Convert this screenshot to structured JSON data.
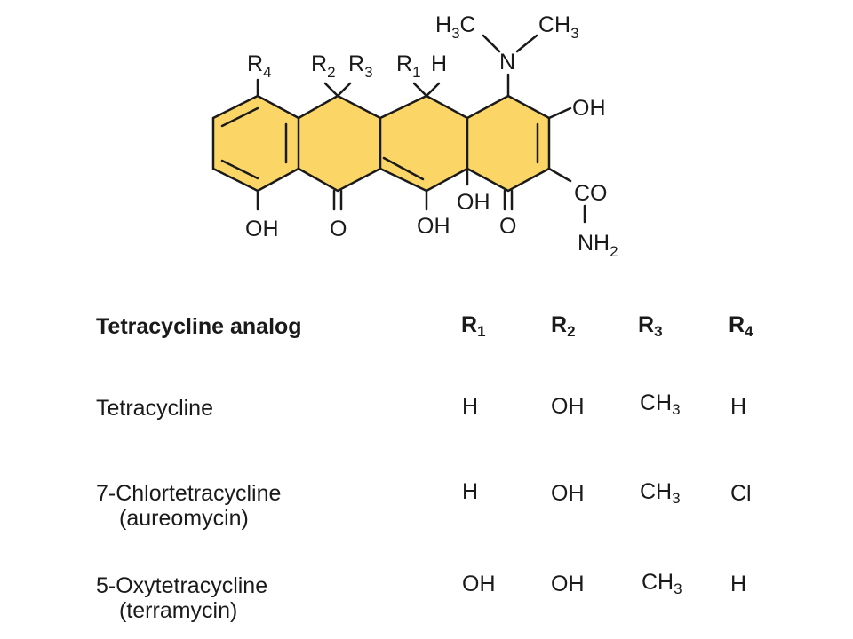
{
  "molecule": {
    "ring_fill": "#fbd667",
    "bond_color": "#1a1a1a",
    "labels": {
      "r4": "R",
      "r4_sub": "4",
      "r2": "R",
      "r2_sub": "2",
      "r3": "R",
      "r3_sub": "3",
      "r1": "R",
      "r1_sub": "1",
      "h_top": "H",
      "n": "N",
      "h3c_left": "H",
      "h3c_sub": "3",
      "h3c_right": "C",
      "ch3_left": "CH",
      "ch3_sub": "3",
      "oh_right": "OH",
      "co": "CO",
      "nh2": "NH",
      "nh2_sub": "2",
      "oh_bottom_left": "OH",
      "o_left": "O",
      "oh_mid": "OH",
      "oh_junction": "OH",
      "o_right": "O"
    }
  },
  "table": {
    "headers": {
      "analog": "Tetracycline analog",
      "r1": "R",
      "r1_sub": "1",
      "r2": "R",
      "r2_sub": "2",
      "r3": "R",
      "r3_sub": "3",
      "r4": "R",
      "r4_sub": "4"
    },
    "rows": [
      {
        "name": "Tetracycline",
        "alias": "",
        "r1": "H",
        "r2": "OH",
        "r3": "CH",
        "r3_sub": "3",
        "r4": "H"
      },
      {
        "name": "7-Chlortetracycline",
        "alias": "(aureomycin)",
        "r1": "H",
        "r2": "OH",
        "r3": "CH",
        "r3_sub": "3",
        "r4": "Cl"
      },
      {
        "name": "5-Oxytetracycline",
        "alias": "(terramycin)",
        "r1": "OH",
        "r2": "OH",
        "r3": "CH",
        "r3_sub": "3",
        "r4": "H"
      }
    ]
  }
}
